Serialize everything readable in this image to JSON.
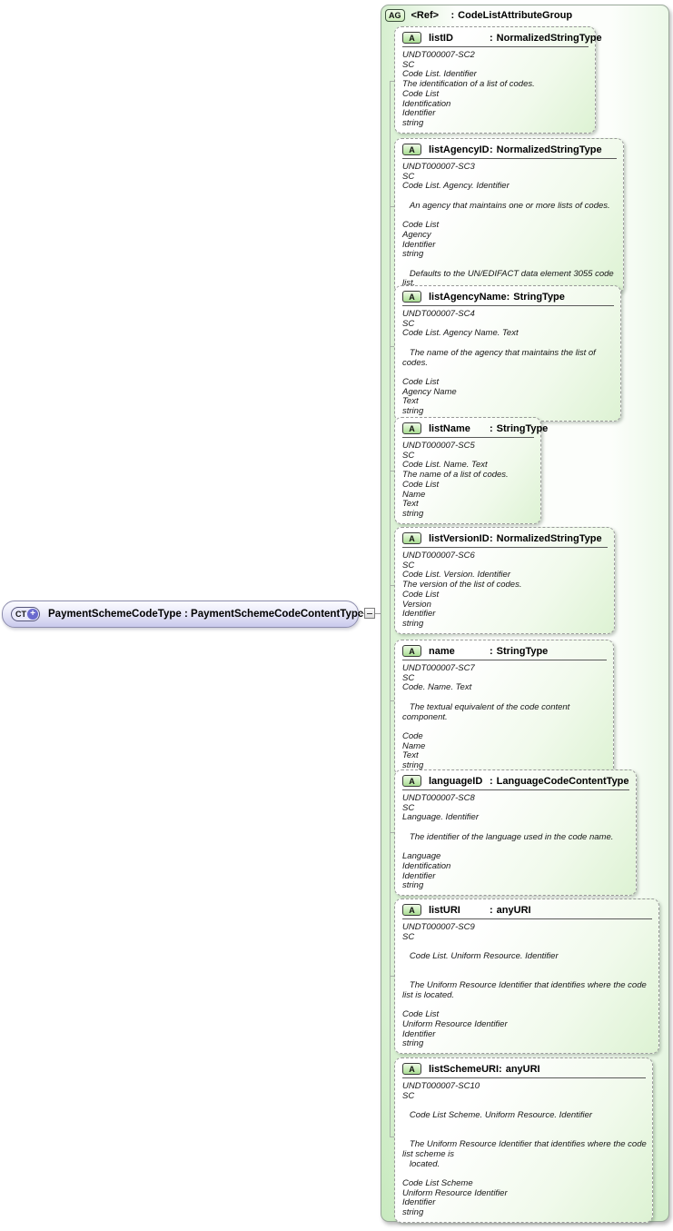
{
  "labels": {
    "colon": ":"
  },
  "icons": {
    "complex_type_plus": "+",
    "collapse_handle": "minus",
    "attribute_badge": "A",
    "attribute_group_badge": "AG",
    "complex_type_badge": "CT"
  },
  "colors": {
    "node_lavender": "#c9c9ec",
    "group_green": "#cdeebb",
    "attr_badge_green": "#a9dd92",
    "plus_circle": "#6a6ace"
  },
  "root_node": {
    "badge": "CT",
    "name": "PaymentSchemeCodeType",
    "type": "PaymentSchemeCodeContentType"
  },
  "attribute_group": {
    "badge": "AG",
    "name": "<Ref>",
    "type": "CodeListAttributeGroup"
  },
  "attributes": [
    {
      "badge": "A",
      "name": "listID",
      "type": "NormalizedStringType",
      "annotation_lines": [
        "UNDT000007-SC2",
        "SC",
        "Code List. Identifier",
        "The identification of a list of codes.",
        "Code List",
        "Identification",
        "Identifier",
        "string"
      ]
    },
    {
      "badge": "A",
      "name": "listAgencyID",
      "type": "NormalizedStringType",
      "annotation_lines": [
        "UNDT000007-SC3",
        "SC",
        "Code List. Agency. Identifier",
        "",
        "   An agency that maintains one or more lists of codes.",
        "",
        "Code List",
        "Agency",
        "Identifier",
        "string",
        "",
        "   Defaults to the UN/EDIFACT data element 3055 code list."
      ]
    },
    {
      "badge": "A",
      "name": "listAgencyName",
      "type": "StringType",
      "annotation_lines": [
        "UNDT000007-SC4",
        "SC",
        "Code List. Agency Name. Text",
        "",
        "   The name of the agency that maintains the list of codes.",
        "",
        "Code List",
        "Agency Name",
        "Text",
        "string"
      ]
    },
    {
      "badge": "A",
      "name": "listName",
      "type": "StringType",
      "annotation_lines": [
        "UNDT000007-SC5",
        "SC",
        "Code List. Name. Text",
        "The name of a list of codes.",
        "Code List",
        "Name",
        "Text",
        "string"
      ]
    },
    {
      "badge": "A",
      "name": "listVersionID",
      "type": "NormalizedStringType",
      "annotation_lines": [
        "UNDT000007-SC6",
        "SC",
        "Code List. Version. Identifier",
        "The version of the list of codes.",
        "Code List",
        "Version",
        "Identifier",
        "string"
      ]
    },
    {
      "badge": "A",
      "name": "name",
      "type": "StringType",
      "annotation_lines": [
        "UNDT000007-SC7",
        "SC",
        "Code. Name. Text",
        "",
        "   The textual equivalent of the code content component.",
        "",
        "Code",
        "Name",
        "Text",
        "string"
      ]
    },
    {
      "badge": "A",
      "name": "languageID",
      "type": "LanguageCodeContentType",
      "annotation_lines": [
        "UNDT000007-SC8",
        "SC",
        "Language. Identifier",
        "",
        "   The identifier of the language used in the code name.",
        "",
        "Language",
        "Identification",
        "Identifier",
        "string"
      ]
    },
    {
      "badge": "A",
      "name": "listURI",
      "type": "anyURI",
      "annotation_lines": [
        "UNDT000007-SC9",
        "SC",
        "",
        "   Code List. Uniform Resource. Identifier",
        "",
        "",
        "   The Uniform Resource Identifier that identifies where the code list is located.",
        "",
        "Code List",
        "Uniform Resource Identifier",
        "Identifier",
        "string"
      ]
    },
    {
      "badge": "A",
      "name": "listSchemeURI",
      "type": "anyURI",
      "annotation_lines": [
        "UNDT000007-SC10",
        "SC",
        "",
        "   Code List Scheme. Uniform Resource. Identifier",
        "",
        "",
        "   The Uniform Resource Identifier that identifies where the code list scheme is",
        "   located.",
        "",
        "Code List Scheme",
        "Uniform Resource Identifier",
        "Identifier",
        "string"
      ]
    }
  ]
}
